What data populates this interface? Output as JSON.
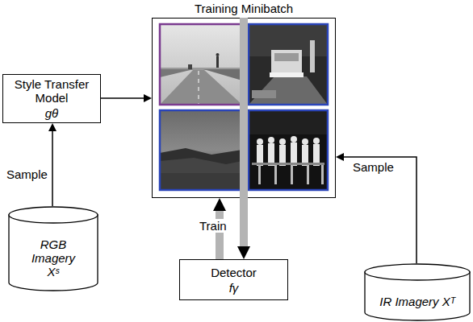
{
  "diagram": {
    "nodes": [
      {
        "text": [
          "Training Minibatch"
        ]
      },
      {
        "text": [
          "Style Transfer Model",
          "gθ"
        ]
      },
      {
        "text": [
          "RGB Imagery Xˢ"
        ]
      },
      {
        "text": [
          "Detector",
          "fγ"
        ]
      },
      {
        "text": [
          "IR Imagery Xᵀ"
        ]
      }
    ],
    "edges": [
      {
        "from": 2,
        "to": 1,
        "arrow": "to",
        "label": "Sample"
      },
      {
        "from": 1,
        "to": 0,
        "arrow": "to"
      },
      {
        "from": 4,
        "to": 0,
        "arrow": "to",
        "label": "Sample"
      },
      {
        "from": 3,
        "to": 0,
        "arrow": "to"
      },
      {
        "from": 0,
        "to": 3,
        "arrow": "to"
      }
    ],
    "labels": [
      "Train"
    ]
  }
}
